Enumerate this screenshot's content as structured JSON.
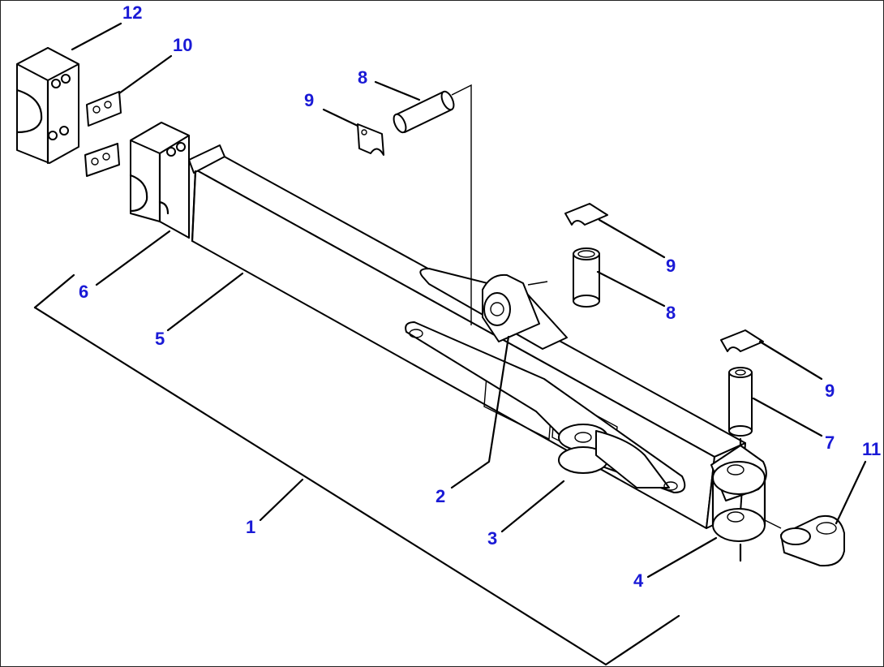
{
  "colors": {
    "callout": "#1a1ad6",
    "line": "#000000",
    "background": "#ffffff"
  },
  "callouts": [
    {
      "id": "c12",
      "label": "12"
    },
    {
      "id": "c10",
      "label": "10"
    },
    {
      "id": "c8a",
      "label": "8"
    },
    {
      "id": "c9a",
      "label": "9"
    },
    {
      "id": "c9b",
      "label": "9"
    },
    {
      "id": "c8b",
      "label": "8"
    },
    {
      "id": "c9c",
      "label": "9"
    },
    {
      "id": "c7",
      "label": "7"
    },
    {
      "id": "c11",
      "label": "11"
    },
    {
      "id": "c6",
      "label": "6"
    },
    {
      "id": "c5",
      "label": "5"
    },
    {
      "id": "c2",
      "label": "2"
    },
    {
      "id": "c3",
      "label": "3"
    },
    {
      "id": "c1",
      "label": "1"
    },
    {
      "id": "c4",
      "label": "4"
    }
  ]
}
